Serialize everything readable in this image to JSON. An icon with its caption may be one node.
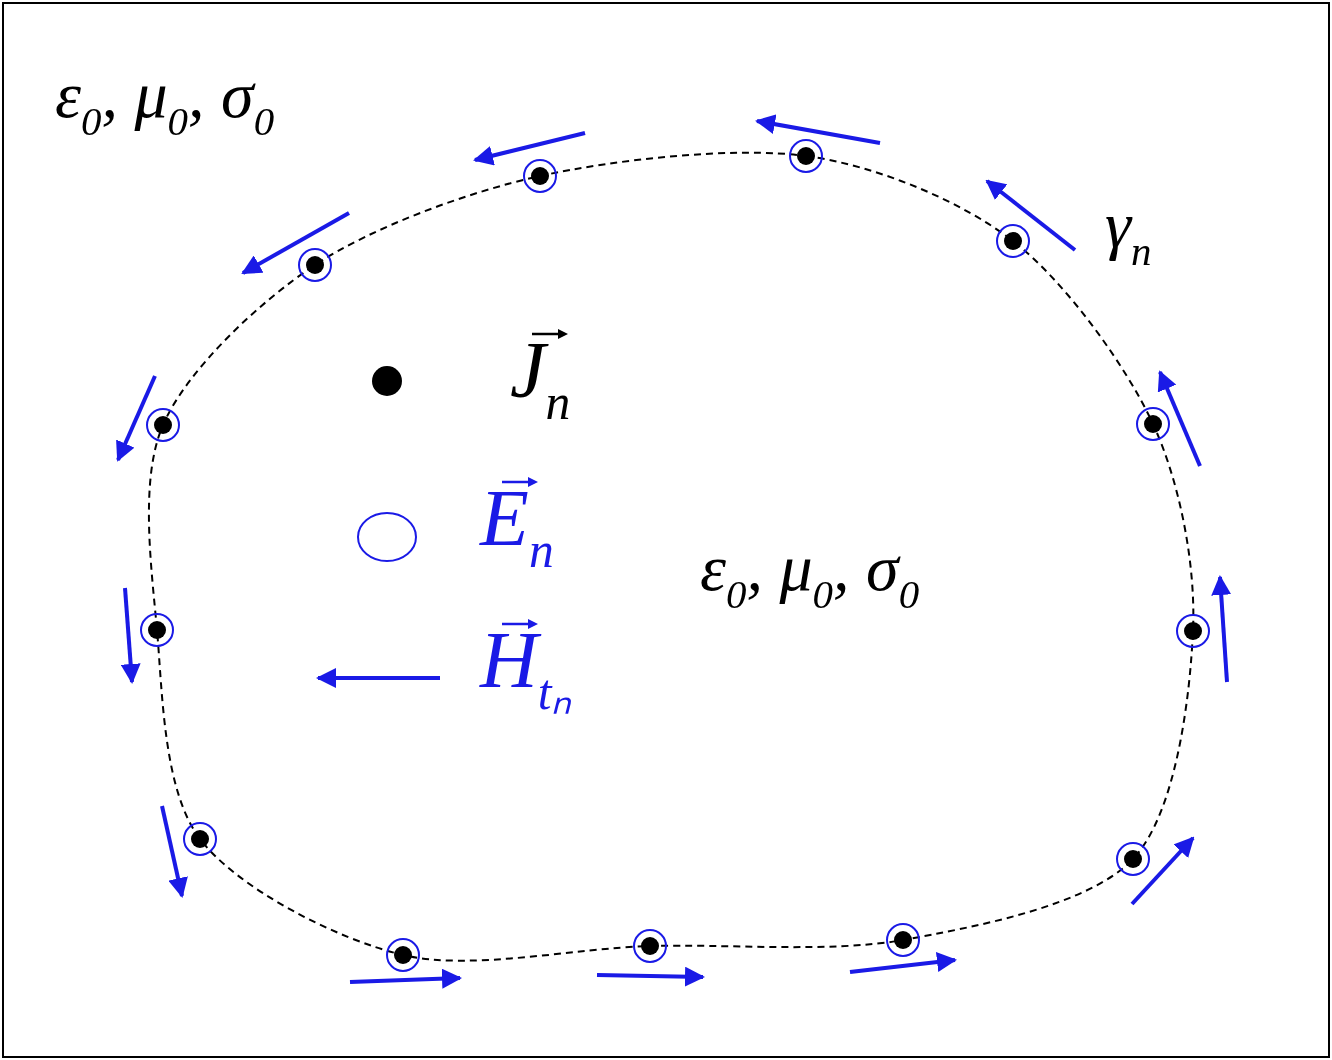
{
  "diagram": {
    "labels": [
      "ε$_{0}$, μ$_{0}$, σ$_{0}$",
      "ε$_{0}$, μ$_{0}$, σ$_{0}$",
      "γ$_{n}$"
    ],
    "legend": [
      {
        "text": "J$_{n}$"
      },
      {
        "text": "E$_{n}$"
      },
      {
        "text": "H$_{tₙ}$"
      }
    ]
  }
}
